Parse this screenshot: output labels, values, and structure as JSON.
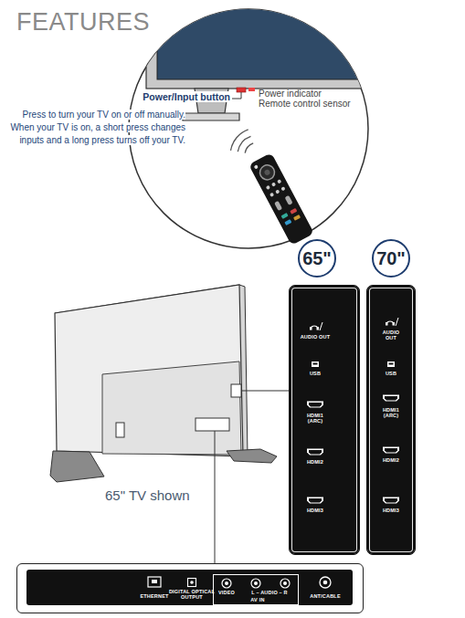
{
  "diagram": {
    "title": "FEATURES",
    "nodes": [
      {
        "text": [
          "65\""
        ]
      },
      {
        "text": [
          "70\""
        ]
      },
      {
        "text": [
          "AUDIO OUT",
          "USB",
          "HDMI1 (ARC)",
          "HDMI2",
          "HDMI3"
        ]
      },
      {
        "text": [
          "AUDIO OUT",
          "USB",
          "HDMI1 (ARC)",
          "HDMI2",
          "HDMI3"
        ]
      },
      {
        "text": [
          "ETHERNET",
          "DIGITAL OPTICAL OUTPUT",
          "ANT/CABLE"
        ]
      },
      {
        "text": [
          "VIDEO",
          "L – AUDIO – R",
          "AV IN"
        ],
        "in": 4
      }
    ],
    "edges": [],
    "labels": [
      "Power/Input button",
      "Press to turn your TV on or off manually. When your TV is on, a short press changes inputs and a long press turns off your TV.",
      "Power indicator",
      "Remote control sensor",
      "65\" TV shown"
    ]
  }
}
